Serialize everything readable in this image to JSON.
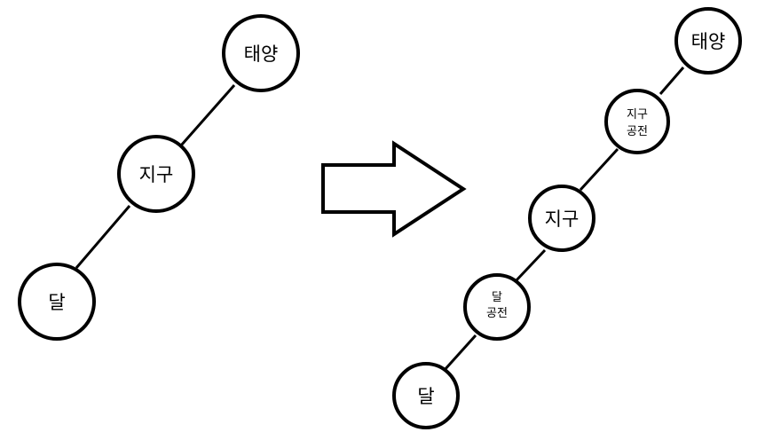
{
  "before": {
    "nodes": [
      {
        "id": "sun",
        "label": "태양"
      },
      {
        "id": "earth",
        "label": "지구"
      },
      {
        "id": "moon",
        "label": "달"
      }
    ]
  },
  "after": {
    "nodes": [
      {
        "id": "sun",
        "label": "태양"
      },
      {
        "id": "earth-orbit",
        "label_line1": "지구",
        "label_line2": "공전"
      },
      {
        "id": "earth",
        "label": "지구"
      },
      {
        "id": "moon-orbit",
        "label_line1": "달",
        "label_line2": "공전"
      },
      {
        "id": "moon",
        "label": "달"
      }
    ]
  }
}
